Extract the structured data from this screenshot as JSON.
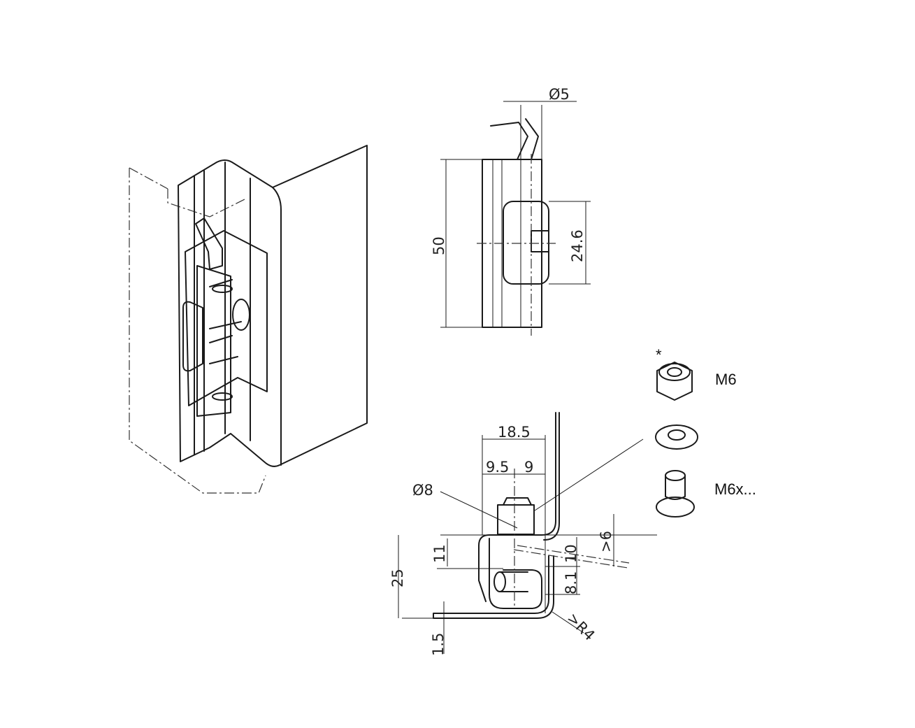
{
  "side_view": {
    "dia_pin": "Ø5",
    "height": "50",
    "slot_height": "24.6"
  },
  "section_view": {
    "width_total": "18.5",
    "width_left": "9.5",
    "width_right": "9",
    "dia_bolt": "Ø8",
    "dim_11": "11",
    "dim_25": "25",
    "dim_10": "10",
    "dim_gt6": ">6",
    "dim_8_1": "8.1",
    "radius": ">R4",
    "thickness": "1.5"
  },
  "parts": {
    "asterisk": "*",
    "nut_label": "M6",
    "bolt_label": "M6x..."
  }
}
